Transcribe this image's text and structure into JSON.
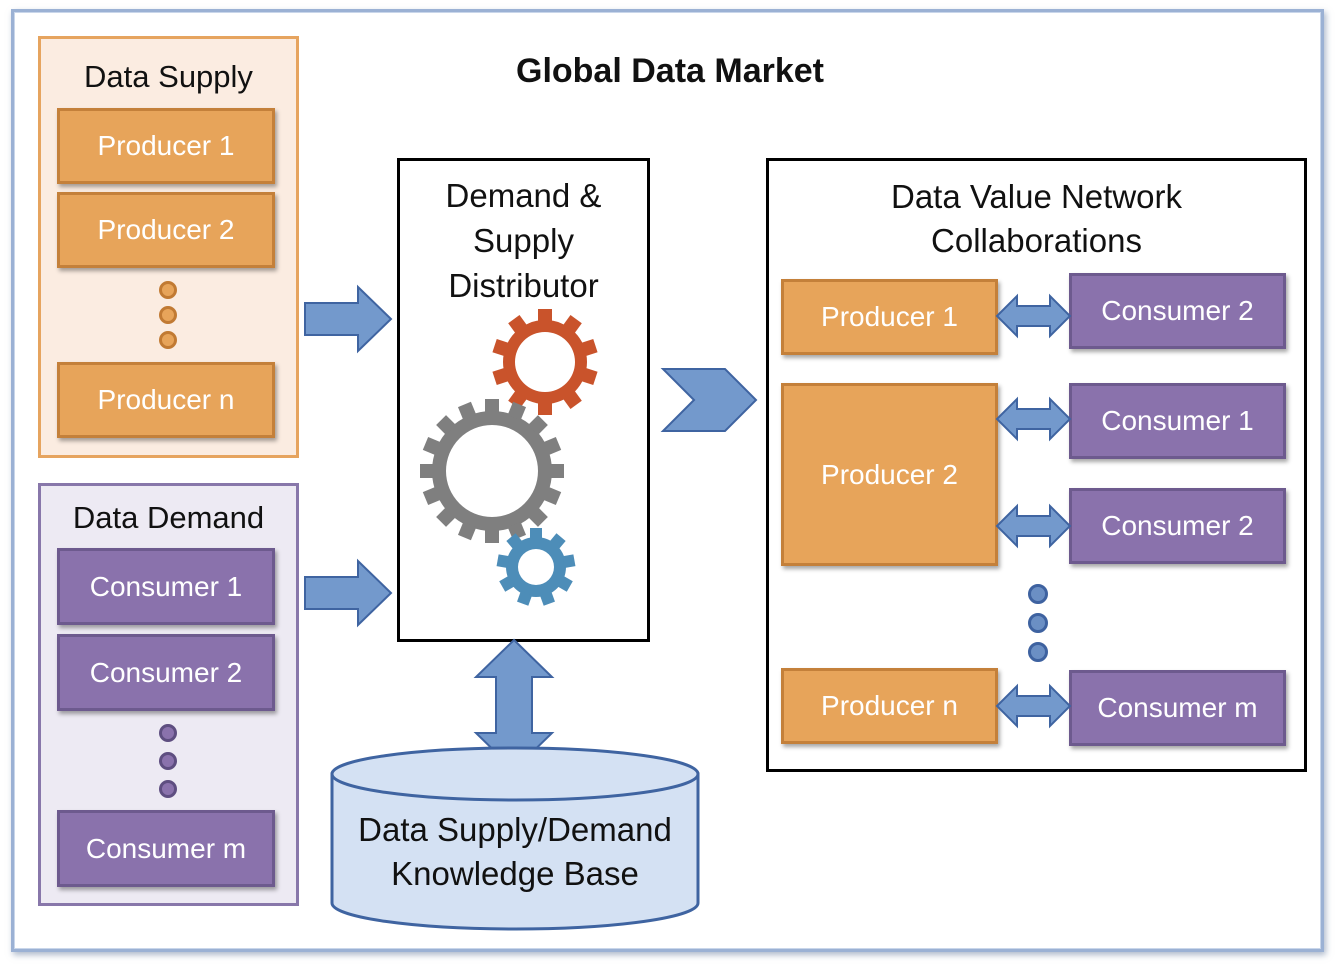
{
  "title": "Global Data Market",
  "supply": {
    "title": "Data Supply",
    "items": [
      "Producer 1",
      "Producer 2",
      "Producer n"
    ]
  },
  "demand": {
    "title": "Data Demand",
    "items": [
      "Consumer 1",
      "Consumer 2",
      "Consumer m"
    ]
  },
  "distributor": {
    "line1": "Demand &",
    "line2": "Supply",
    "line3": "Distributor"
  },
  "network": {
    "line1": "Data Value Network",
    "line2": "Collaborations",
    "producers": [
      "Producer 1",
      "Producer 2",
      "Producer n"
    ],
    "consumers": [
      "Consumer 2",
      "Consumer 1",
      "Consumer 2",
      "Consumer m"
    ]
  },
  "knowledge_base": {
    "line1": "Data Supply/Demand",
    "line2": "Knowledge Base"
  },
  "colors": {
    "producer": "#e7a45a",
    "consumer": "#8a72ac",
    "arrow": "#7399cc",
    "gear_red": "#c9532b",
    "gear_gray": "#7f7f7f",
    "gear_blue": "#4d8db8",
    "database": "#d4e1f3"
  }
}
